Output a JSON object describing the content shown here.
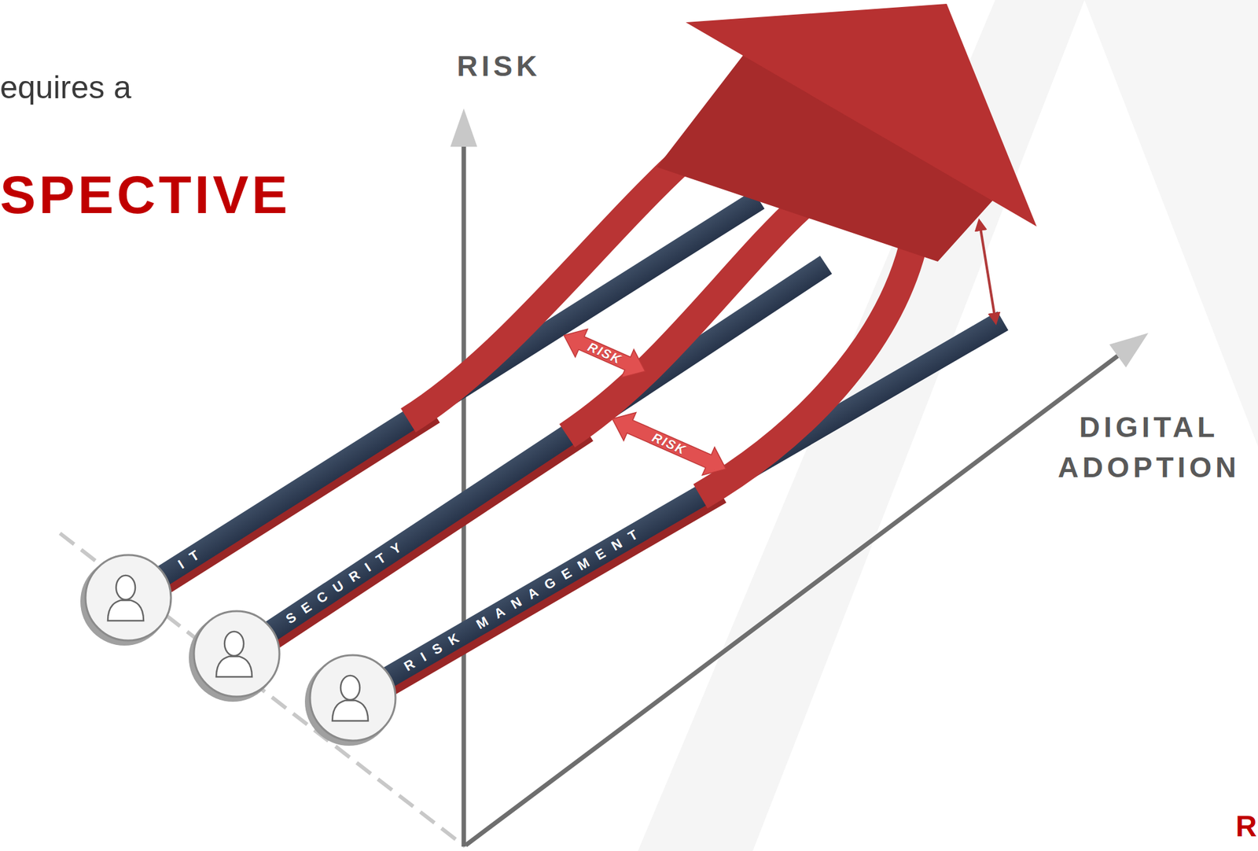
{
  "diagram": {
    "nodes": [
      {
        "text": [
          "IT"
        ]
      },
      {
        "text": [
          "SECURITY"
        ]
      },
      {
        "text": [
          "RISK MANAGEMENT"
        ]
      }
    ],
    "edges": [
      {
        "from": 0,
        "to": 1,
        "label": "RISK",
        "arrow": "both"
      },
      {
        "from": 1,
        "to": 2,
        "label": "RISK",
        "arrow": "both"
      }
    ],
    "labels": [
      "equires a",
      "SPECTIVE",
      "RISK",
      "DIGITAL ADOPTION",
      "R"
    ]
  }
}
